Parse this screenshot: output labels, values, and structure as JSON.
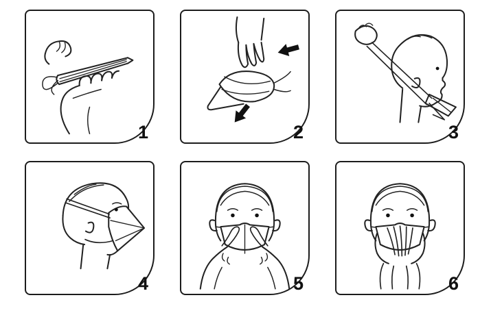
{
  "figure": {
    "kind": "mask-donning-instructions",
    "background_color": "#ffffff",
    "line_color": "#222222",
    "number_color": "#111111",
    "border_color": "#1c1c1c"
  },
  "panels": [
    {
      "number": "1",
      "icon": "hands-holding-folded-mask-icon"
    },
    {
      "number": "2",
      "icon": "hands-opening-mask-with-arrows-icon"
    },
    {
      "number": "3",
      "icon": "pulling-headstraps-over-head-icon"
    },
    {
      "number": "4",
      "icon": "mask-worn-profile-view-icon"
    },
    {
      "number": "5",
      "icon": "pinching-nose-clip-icon"
    },
    {
      "number": "6",
      "icon": "checking-mask-seal-with-hands-icon"
    }
  ]
}
